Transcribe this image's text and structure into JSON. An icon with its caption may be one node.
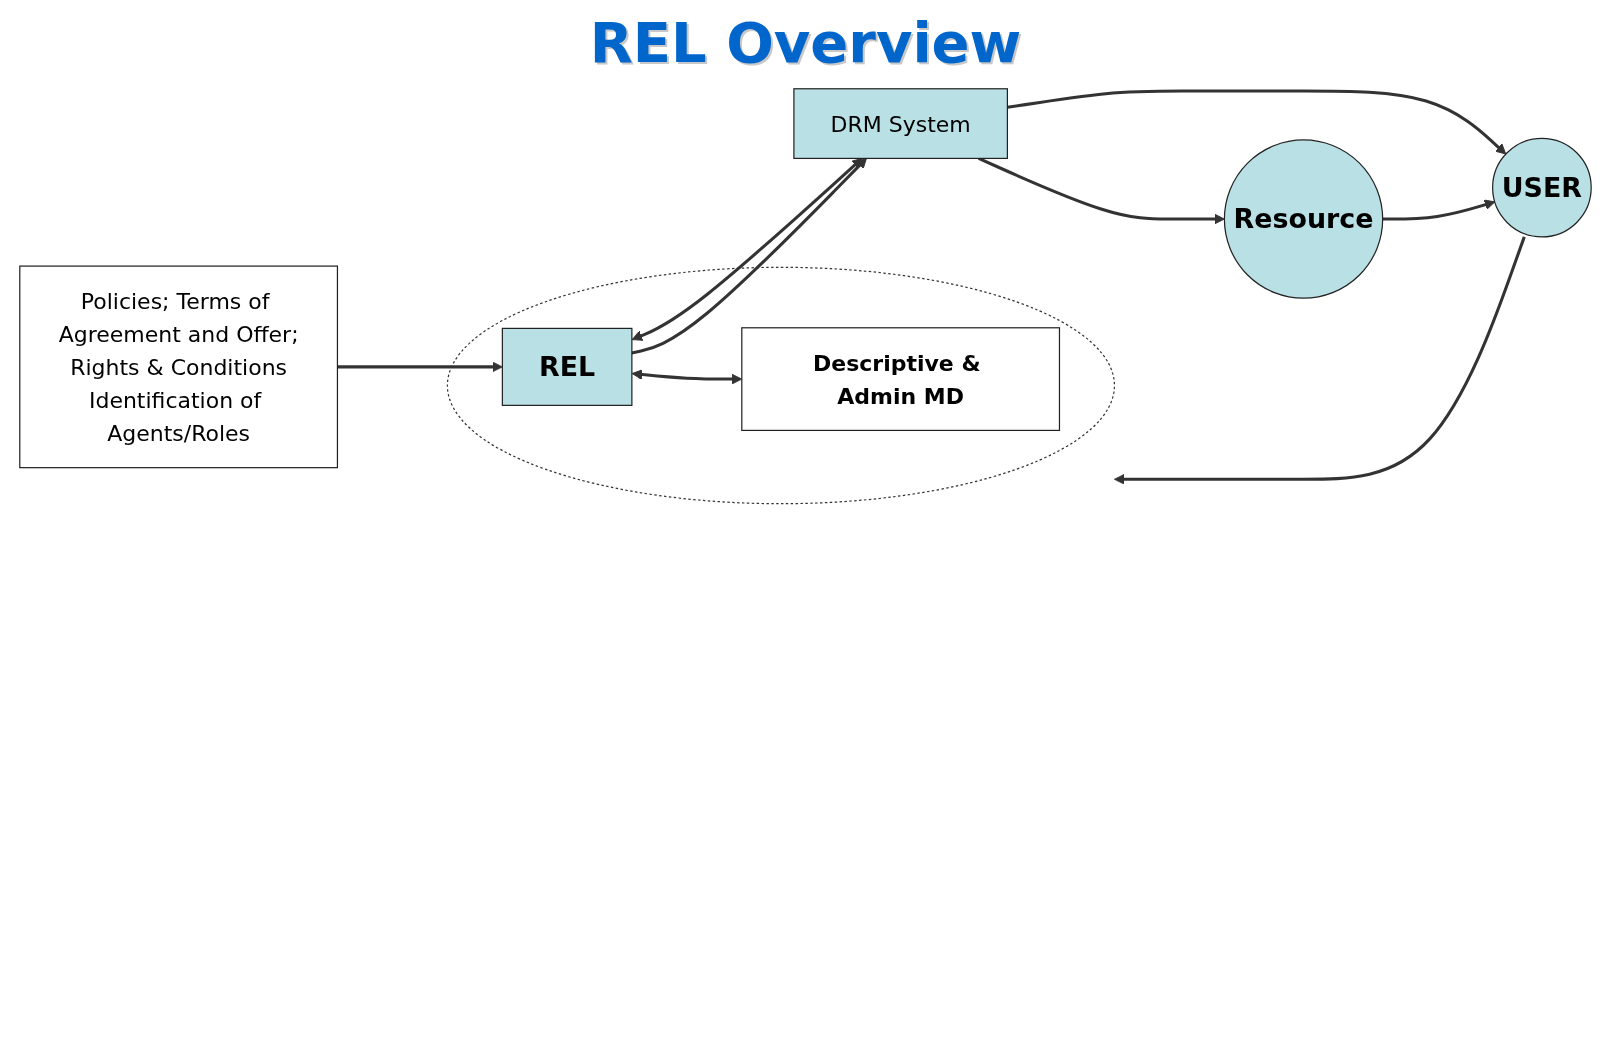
{
  "diagram": {
    "title": "REL Overview",
    "nodes": [
      {
        "text": [
          "Policies; Terms of Agreement and Offer;",
          "Rights & Conditions",
          "Identification of Agents/Roles"
        ]
      },
      {
        "text": [],
        "shape": "ellipse"
      },
      {
        "text": [
          "REL"
        ],
        "in": 1
      },
      {
        "text": [
          "Descriptive & Admin MD"
        ],
        "in": 1
      },
      {
        "text": [
          "DRM System"
        ]
      },
      {
        "text": [
          "USER"
        ]
      },
      {
        "text": [
          "Resource"
        ]
      }
    ],
    "edges": [
      {
        "from": 0,
        "to": 2,
        "arrow": "to"
      },
      {
        "from": 2,
        "to": 4,
        "arrow": "both"
      },
      {
        "from": 2,
        "to": 4,
        "arrow": "to"
      },
      {
        "from": 2,
        "to": 3,
        "arrow": "both"
      },
      {
        "from": 4,
        "to": 6,
        "arrow": "to"
      },
      {
        "from": 4,
        "to": 5,
        "arrow": "to"
      },
      {
        "from": 6,
        "to": 5,
        "arrow": "to"
      },
      {
        "from": 5,
        "to": 1,
        "arrow": "to"
      }
    ]
  }
}
